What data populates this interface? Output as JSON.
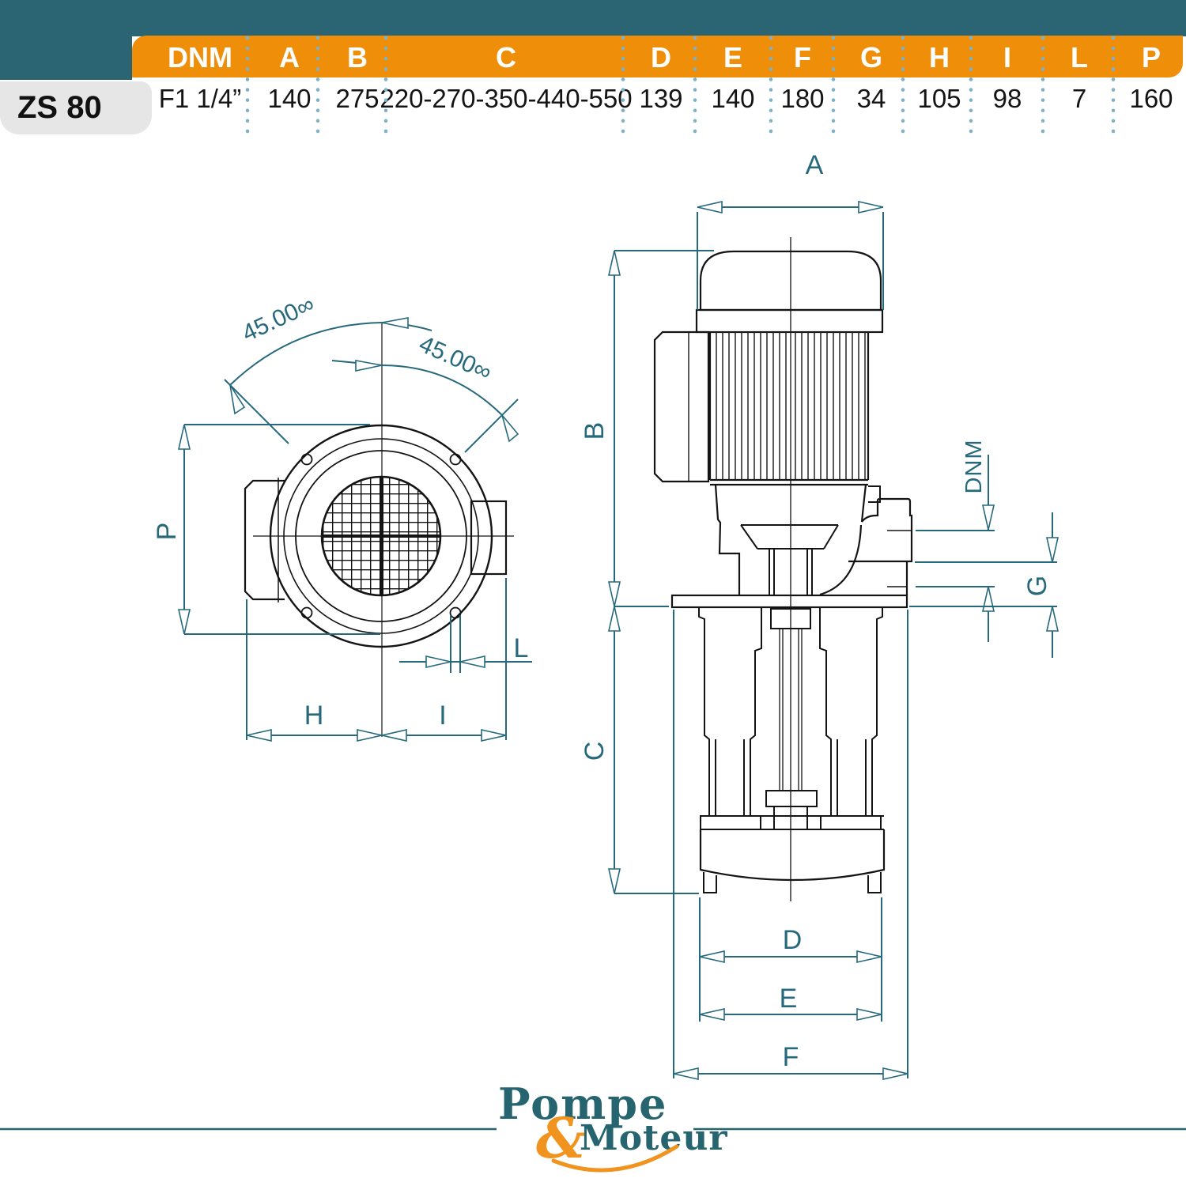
{
  "table": {
    "model": "ZS 80",
    "columns": [
      {
        "label": "DNM",
        "value": "F1 1/4”"
      },
      {
        "label": "A",
        "value": "140"
      },
      {
        "label": "B",
        "value": "275"
      },
      {
        "label": "C",
        "value": "220-270-350-440-550"
      },
      {
        "label": "D",
        "value": "139"
      },
      {
        "label": "E",
        "value": "140"
      },
      {
        "label": "F",
        "value": "180"
      },
      {
        "label": "G",
        "value": "34"
      },
      {
        "label": "H",
        "value": "105"
      },
      {
        "label": "I",
        "value": "98"
      },
      {
        "label": "L",
        "value": "7"
      },
      {
        "label": "P",
        "value": "160"
      }
    ]
  },
  "dims": {
    "A": "A",
    "B": "B",
    "C": "C",
    "D": "D",
    "E": "E",
    "F": "F",
    "G": "G",
    "H": "H",
    "I": "I",
    "L": "L",
    "P": "P",
    "DNM": "DNM",
    "angle": "45.00∞"
  },
  "logo": {
    "pompe": "Pompe",
    "amp": "&",
    "moteur": "Moteur"
  },
  "colors": {
    "top_bar_teal": "#2b6574",
    "header_orange": "#ef8e08",
    "dimension_teal": "#26697c",
    "separator_dot_blue": "#7fb0c4",
    "logo_teal": "#26656f",
    "logo_orange": "#f0941f",
    "model_box_gray": "#e6e6e6"
  }
}
